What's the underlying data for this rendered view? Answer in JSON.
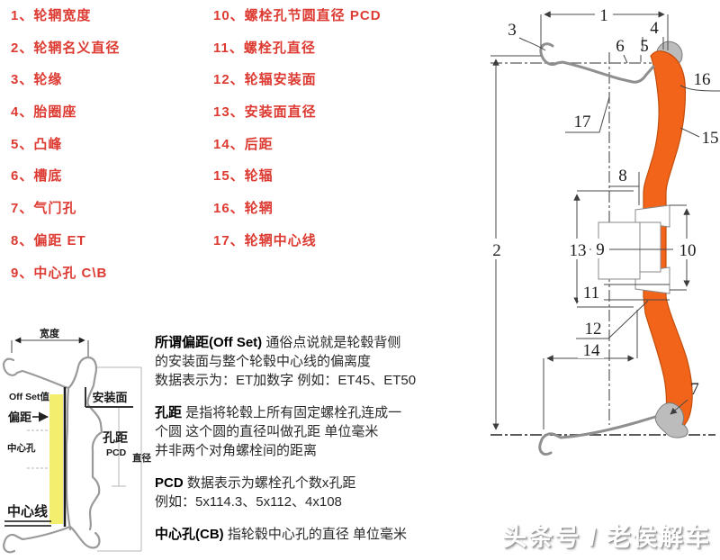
{
  "colors": {
    "legend_red": "#dd3a32",
    "spoke_orange": "#f26419",
    "spoke_outline": "#c24d0c",
    "highlight_yellow": "#f4ee6e",
    "gray_metal": "#bcbcbc",
    "text_dark": "#2a2a2a"
  },
  "legend": {
    "col1": [
      "1、轮辋宽度",
      "2、轮辋名义直径",
      "3、轮缘",
      "4、胎圈座",
      "5、凸峰",
      "6、槽底",
      "7、气门孔",
      "8、偏距 ET",
      "9、中心孔 C\\B"
    ],
    "col2": [
      "10、螺栓孔节圆直径 PCD",
      "11、螺栓孔直径",
      "12、轮辐安装面",
      "13、安装面直径",
      "14、后距",
      "15、轮辐",
      "16、轮辋",
      "17、轮辋中心线"
    ]
  },
  "explanation": {
    "p1": {
      "head": "所谓偏距(Off Set)",
      "l1": " 通俗点说就是轮毂背侧",
      "l2": "的安装面与整个轮毂中心线的偏离度",
      "l3": "数据表示为：ET加数字  例如：ET45、ET50"
    },
    "p2": {
      "head": "孔距",
      "l1": " 是指将轮毂上所有固定螺栓孔连成一",
      "l2": "个圆  这个圆的直径叫做孔距  单位毫米",
      "l3": "并非两个对角螺栓间的距离"
    },
    "p3": {
      "head": "PCD",
      "l1": " 数据表示为螺栓孔个数x孔距",
      "l2": "例如：5x114.3、5x112、4x108"
    },
    "p4": {
      "head": "中心孔(CB)",
      "l1": " 指轮毂中心孔的直径  单位毫米"
    }
  },
  "main_diagram": {
    "labels": {
      "n1": "1",
      "n2": "2",
      "n3": "3",
      "n4": "4",
      "n5": "5",
      "n6": "6",
      "n7": "7",
      "n8": "8",
      "n9": "9",
      "n10": "10",
      "n11": "11",
      "n12": "12",
      "n13": "13",
      "n14": "14",
      "n15": "15",
      "n16": "16",
      "n17": "17"
    }
  },
  "inset_diagram": {
    "width": "宽度",
    "offset_value": "Off Set值",
    "offset": "偏距",
    "mounting_face": "安装面",
    "center_bore": "中心孔",
    "pcd1": "孔距",
    "pcd2": "PCD",
    "diameter": "直径",
    "centerline": "中心线"
  },
  "watermark": {
    "text": "头条号 / 老侯解车"
  }
}
